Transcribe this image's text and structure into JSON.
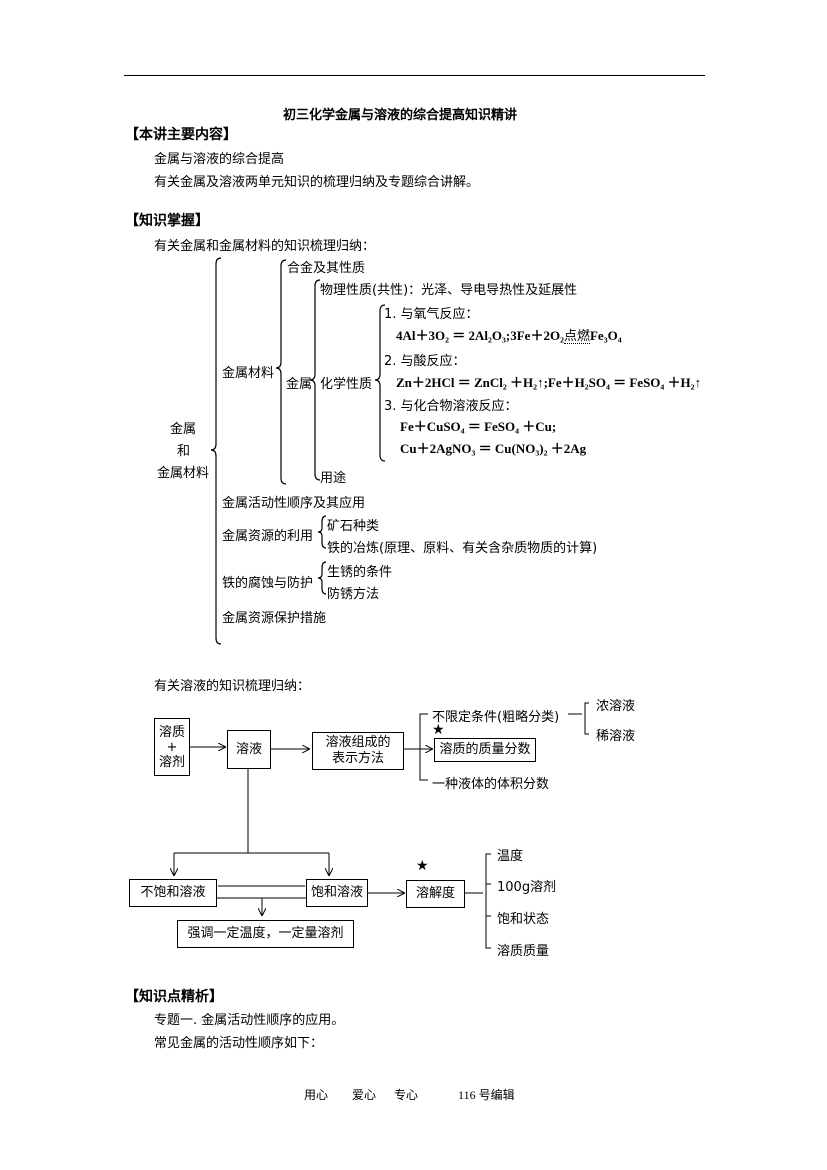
{
  "page": {
    "title": "初三化学金属与溶液的综合提高知识精讲",
    "footer": {
      "a": "用心",
      "b": "爱心",
      "c": "专心",
      "d": "116 号编辑"
    }
  },
  "section_main": {
    "heading": "【本讲主要内容】",
    "line1": "金属与溶液的综合提高",
    "line2": "有关金属及溶液两单元知识的梳理归纳及专题综合讲解。"
  },
  "section_knowledge": {
    "heading": "【知识掌握】",
    "intro": "有关金属和金属材料的知识梳理归纳："
  },
  "metal_tree": {
    "root": [
      "金属",
      "和",
      "金属材料"
    ],
    "metal_materials": "金属材料",
    "alloy": "合金及其性质",
    "metal": "金属",
    "physical": "物理性质(共性)：光泽、导电导热性及延展性",
    "chemical": "化学性质",
    "oxygen": "1. 与氧气反应：",
    "f1": "4Al＋3O₂ ＝ 2Al₂O₃;3Fe＋2O₂",
    "f1_cond": "点燃",
    "f1_tail": "Fe₃O₄",
    "acid": "2. 与酸反应：",
    "f2": "Zn＋2HCl ＝ ZnCl₂ ＋H₂↑;Fe＋H₂SO₄ ＝ FeSO₄ ＋H₂↑",
    "salt": "3. 与化合物溶液反应：",
    "f3": "Fe＋CuSO₄ ＝ FeSO₄ ＋Cu;",
    "f4": "Cu＋2AgNO₃ ＝ Cu(NO₃)₂ ＋2Ag",
    "use": "用途",
    "activity": "金属活动性顺序及其应用",
    "resources": "金属资源的利用",
    "ore": "矿石种类",
    "smelt": "铁的冶炼(原理、原料、有关含杂质物质的计算)",
    "corrosion": "铁的腐蚀与防护",
    "rust_cond": "生锈的条件",
    "rust_prev": "防锈方法",
    "protect": "金属资源保护措施"
  },
  "solution": {
    "intro": "有关溶液的知识梳理归纳：",
    "solute_top": "溶质",
    "plus": "+",
    "solvent": "溶剂",
    "solution": "溶液",
    "comp1": "溶液组成的",
    "comp2": "表示方法",
    "unlimited": "不限定条件(粗略分类)",
    "concentrated": "浓溶液",
    "dilute": "稀溶液",
    "star": "★",
    "mass_fraction": "溶质的质量分数",
    "volume_fraction": "一种液体的体积分数",
    "unsaturated": "不饱和溶液",
    "saturated": "饱和溶液",
    "emphasis": "强调一定温度，一定量溶剂",
    "solubility": "溶解度",
    "temp": "温度",
    "solvent100": "100g溶剂",
    "sat_state": "饱和状态",
    "solute_mass": "溶质质量"
  },
  "section_analysis": {
    "heading": "【知识点精析】",
    "topic1": "专题一. 金属活动性顺序的应用。",
    "line": "常见金属的活动性顺序如下："
  }
}
